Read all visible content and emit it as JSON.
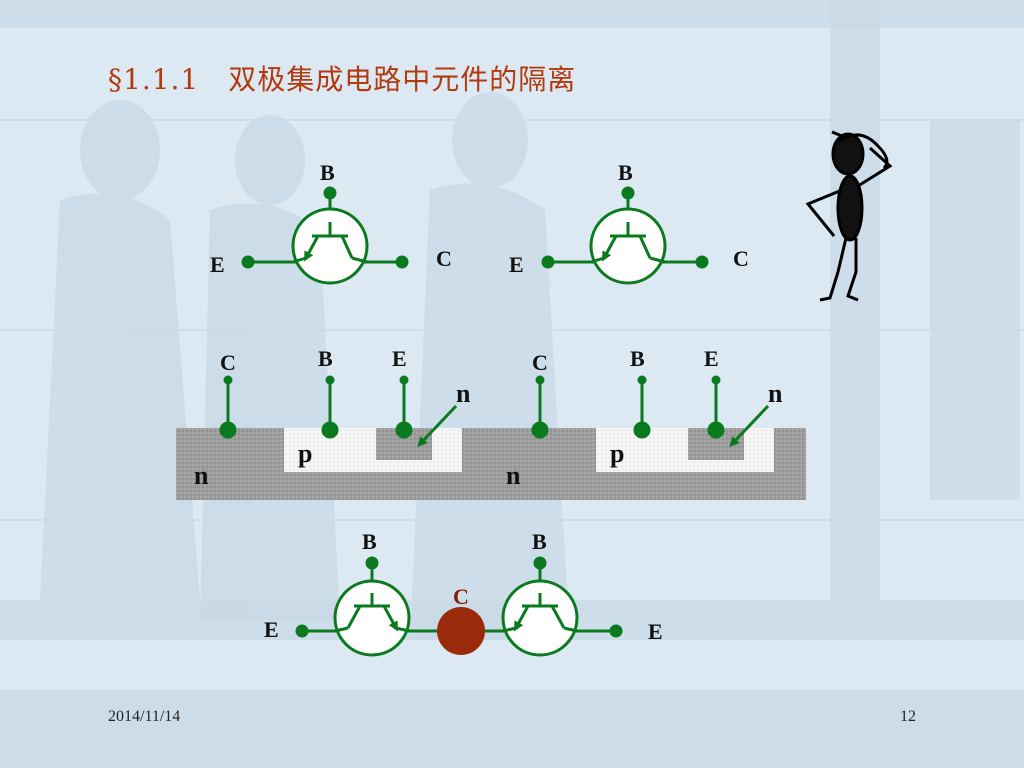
{
  "slide": {
    "title": "§1.1.1　双极集成电路中元件的隔离",
    "date": "2014/11/14",
    "page": "12"
  },
  "transistors_top": [
    {
      "base": "B",
      "emitter": "E",
      "collector": "C"
    },
    {
      "base": "B",
      "emitter": "E",
      "collector": "C"
    }
  ],
  "cross_section": {
    "terminals": [
      "C",
      "B",
      "E",
      "C",
      "B",
      "E"
    ],
    "regions": {
      "emitter_left": "n",
      "base_left": "p",
      "substrate_left": "n",
      "emitter_right": "n",
      "base_right": "p",
      "substrate_right": "n"
    }
  },
  "transistors_bottom": {
    "base_left": "B",
    "base_right": "B",
    "shared_collector": "C",
    "emitter_left": "E",
    "emitter_right": "E"
  },
  "colors": {
    "wire": "#0b7a1e",
    "title": "#b33a0f",
    "shared_node": "#9a2a0a",
    "substrate": "#9e9e9e",
    "well": "#f4f4f4"
  }
}
